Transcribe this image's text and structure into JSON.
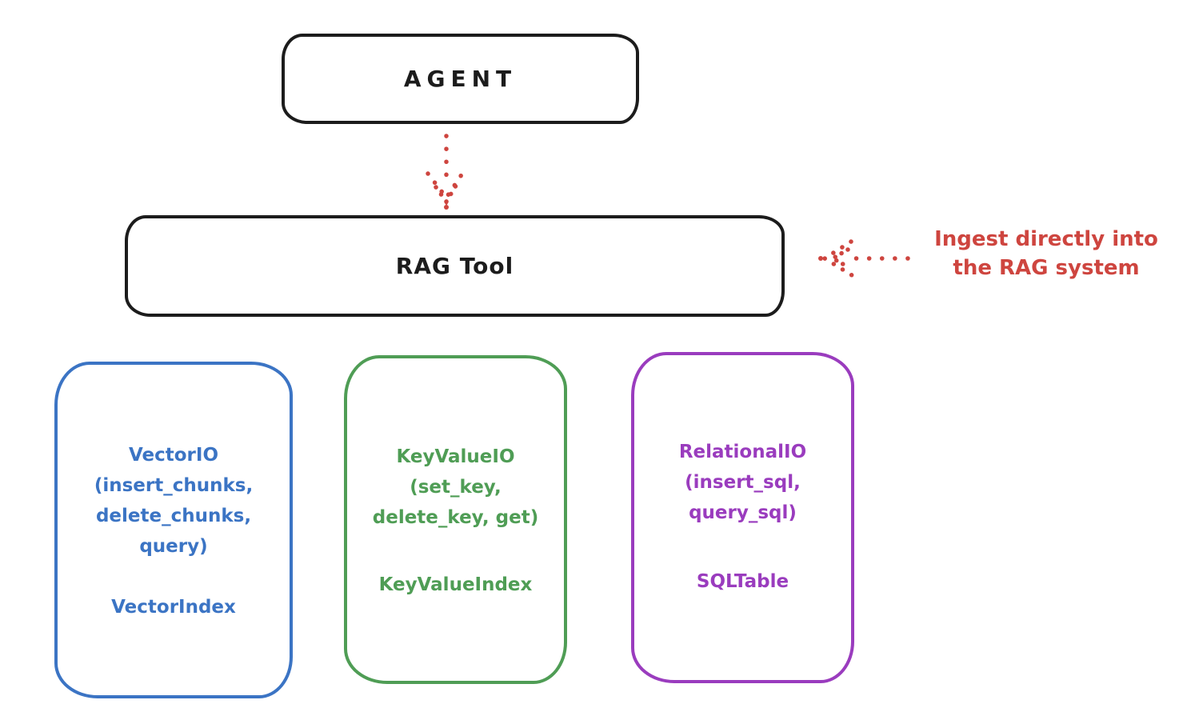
{
  "nodes": {
    "agent": {
      "label": "AGENT"
    },
    "rag": {
      "label": "RAG Tool"
    },
    "io_boxes": [
      {
        "name": "vector-io",
        "color": "#3b74c4",
        "lines": [
          "VectorIO",
          "(insert_chunks,",
          "delete_chunks,",
          "query)"
        ],
        "index_label": "VectorIndex"
      },
      {
        "name": "keyvalue-io",
        "color": "#4f9d55",
        "lines": [
          "KeyValueIO",
          "(set_key,",
          "delete_key, get)"
        ],
        "index_label": "KeyValueIndex"
      },
      {
        "name": "relational-io",
        "color": "#9a3cbe",
        "lines": [
          "RelationalIO",
          "(insert_sql,",
          "query_sql)"
        ],
        "index_label": "SQLTable"
      }
    ]
  },
  "annotation": {
    "line1": "Ingest directly into",
    "line2": "the RAG system",
    "color": "#ce453f"
  },
  "arrows": [
    {
      "name": "agent-to-rag-arrow",
      "style": "dotted",
      "direction": "down",
      "color": "#ce453f"
    },
    {
      "name": "ingest-annotation-arrow",
      "style": "dotted",
      "direction": "left",
      "color": "#ce453f"
    }
  ],
  "colors": {
    "outline_black": "#1c1c1c",
    "arrow_red": "#ce453f",
    "vector_blue": "#3b74c4",
    "keyvalue_green": "#4f9d55",
    "relational_purple": "#9a3cbe",
    "background": "#ffffff"
  }
}
